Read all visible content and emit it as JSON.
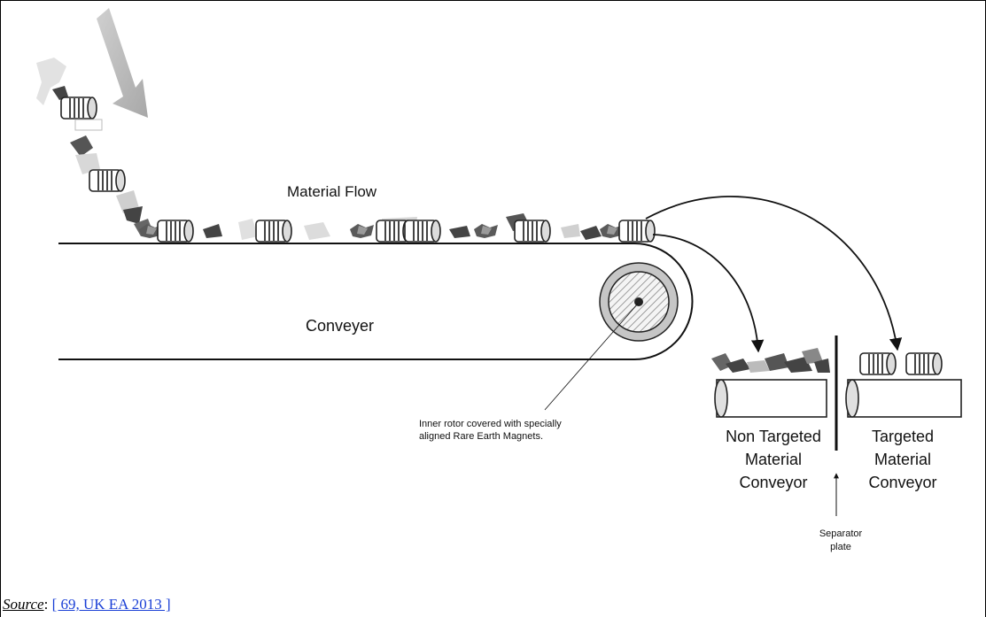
{
  "diagram": {
    "labels": {
      "material_flow": "Material Flow",
      "conveyer": "Conveyer",
      "rotor_note_line1": "Inner rotor covered with specially",
      "rotor_note_line2": "aligned Rare Earth Magnets.",
      "non_targeted_line1": "Non Targeted",
      "non_targeted_line2": "Material",
      "non_targeted_line3": "Conveyor",
      "targeted_line1": "Targeted",
      "targeted_line2": "Material",
      "targeted_line3": "Conveyor",
      "separator_line1": "Separator",
      "separator_line2": "plate"
    }
  },
  "source": {
    "label": "Source",
    "separator": ": ",
    "reference": "[ 69, UK EA 2013 ]"
  }
}
